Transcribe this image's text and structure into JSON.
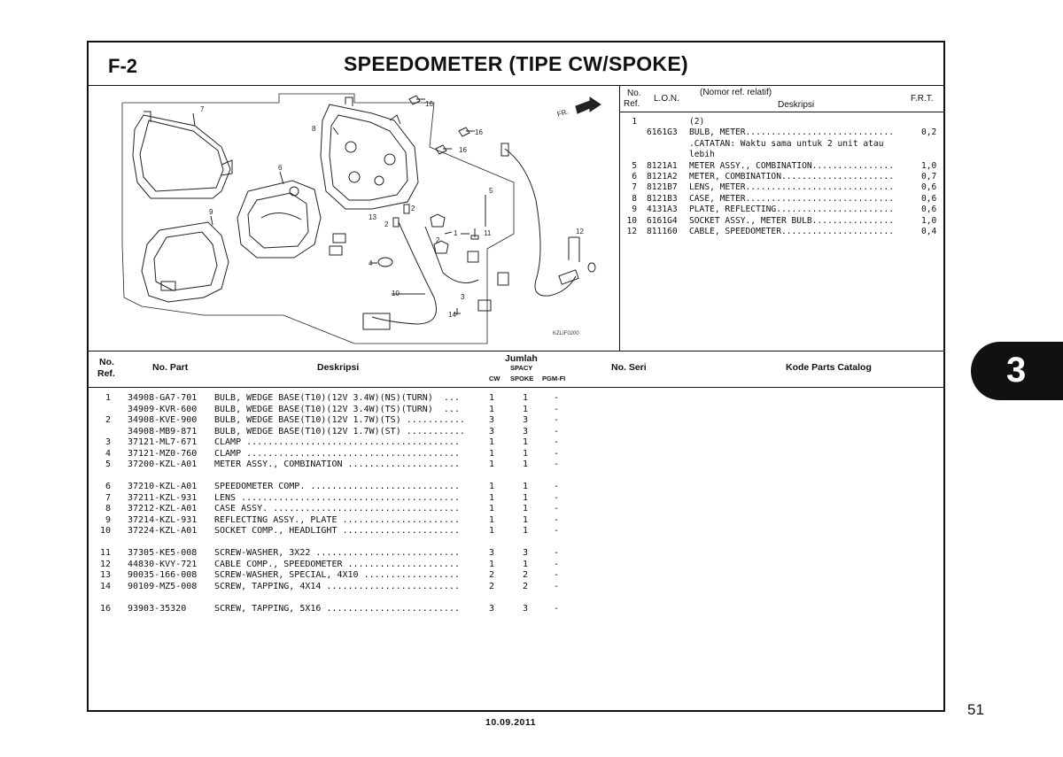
{
  "header": {
    "code": "F-2",
    "title": "SPEEDOMETER (TIPE CW/SPOKE)"
  },
  "diagram": {
    "fr_label": "FR.",
    "drawing_code": "KZLIF0200",
    "callouts": [
      "16",
      "7",
      "8",
      "16",
      "16",
      "6",
      "5",
      "2",
      "13",
      "2",
      "1",
      "2",
      "11",
      "12",
      "9",
      "4",
      "10",
      "3",
      "14"
    ]
  },
  "ref_table": {
    "header": {
      "no_ref_1": "No.",
      "no_ref_2": "Ref.",
      "lon": "L.O.N.",
      "desc_1": "(Nomor ref. relatif)",
      "desc_2": "Deskripsi",
      "frt": "F.R.T."
    },
    "rows": [
      {
        "ref": "1",
        "lon": "",
        "desc": "(2)",
        "frt": ""
      },
      {
        "ref": "",
        "lon": "6161G3",
        "desc": "BULB, METER.............................",
        "frt": "0,2"
      },
      {
        "ref": "",
        "lon": "",
        "desc": ".CATATAN: Waktu sama untuk 2 unit atau",
        "frt": ""
      },
      {
        "ref": "",
        "lon": "",
        "desc": "lebih",
        "frt": ""
      },
      {
        "ref": "5",
        "lon": "8121A1",
        "desc": "METER ASSY., COMBINATION................",
        "frt": "1,0"
      },
      {
        "ref": "6",
        "lon": "8121A2",
        "desc": "METER, COMBINATION......................",
        "frt": "0,7"
      },
      {
        "ref": "7",
        "lon": "8121B7",
        "desc": "LENS, METER.............................",
        "frt": "0,6"
      },
      {
        "ref": "8",
        "lon": "8121B3",
        "desc": "CASE, METER.............................",
        "frt": "0,6"
      },
      {
        "ref": "9",
        "lon": "4131A3",
        "desc": "PLATE, REFLECTING.......................",
        "frt": "0,6"
      },
      {
        "ref": "10",
        "lon": "6161G4",
        "desc": "SOCKET ASSY., METER BULB................",
        "frt": "1,0"
      },
      {
        "ref": "12",
        "lon": "811160",
        "desc": "CABLE, SPEEDOMETER......................",
        "frt": "0,4"
      }
    ]
  },
  "parts_table": {
    "header": {
      "no_ref_1": "No.",
      "no_ref_2": "Ref.",
      "part_no": "No. Part",
      "description": "Deskripsi",
      "qty": "Jumlah",
      "spacy": "SPACY",
      "cw": "CW",
      "spoke": "SPOKE",
      "pgmfi": "PGM-FI",
      "serial": "No. Seri",
      "catalog": "Kode Parts Catalog"
    },
    "groups": [
      [
        {
          "ref": "1",
          "part": "34908-GA7-701",
          "desc": "BULB, WEDGE BASE(T10)(12V 3.4W)(NS)(TURN)  ...",
          "cw": "1",
          "spoke": "1",
          "pgm": "-"
        },
        {
          "ref": "",
          "part": "34909-KVR-600",
          "desc": "BULB, WEDGE BASE(T10)(12V 3.4W)(TS)(TURN)  ...",
          "cw": "1",
          "spoke": "1",
          "pgm": "-"
        },
        {
          "ref": "2",
          "part": "34908-KVE-900",
          "desc": "BULB, WEDGE BASE(T10)(12V 1.7W)(TS) ...........",
          "cw": "3",
          "spoke": "3",
          "pgm": "-"
        },
        {
          "ref": "",
          "part": "34908-MB9-871",
          "desc": "BULB, WEDGE BASE(T10)(12V 1.7W)(ST) ...........",
          "cw": "3",
          "spoke": "3",
          "pgm": "-"
        },
        {
          "ref": "3",
          "part": "37121-ML7-671",
          "desc": "CLAMP ........................................",
          "cw": "1",
          "spoke": "1",
          "pgm": "-"
        },
        {
          "ref": "4",
          "part": "37121-MZ0-760",
          "desc": "CLAMP ........................................",
          "cw": "1",
          "spoke": "1",
          "pgm": "-"
        },
        {
          "ref": "5",
          "part": "37200-KZL-A01",
          "desc": "METER ASSY., COMBINATION .....................",
          "cw": "1",
          "spoke": "1",
          "pgm": "-"
        }
      ],
      [
        {
          "ref": "6",
          "part": "37210-KZL-A01",
          "desc": "SPEEDOMETER COMP. ............................",
          "cw": "1",
          "spoke": "1",
          "pgm": "-"
        },
        {
          "ref": "7",
          "part": "37211-KZL-931",
          "desc": "LENS .........................................",
          "cw": "1",
          "spoke": "1",
          "pgm": "-"
        },
        {
          "ref": "8",
          "part": "37212-KZL-A01",
          "desc": "CASE ASSY. ...................................",
          "cw": "1",
          "spoke": "1",
          "pgm": "-"
        },
        {
          "ref": "9",
          "part": "37214-KZL-931",
          "desc": "REFLECTING ASSY., PLATE ......................",
          "cw": "1",
          "spoke": "1",
          "pgm": "-"
        },
        {
          "ref": "10",
          "part": "37224-KZL-A01",
          "desc": "SOCKET COMP., HEADLIGHT ......................",
          "cw": "1",
          "spoke": "1",
          "pgm": "-"
        }
      ],
      [
        {
          "ref": "11",
          "part": "37305-KE5-008",
          "desc": "SCREW-WASHER, 3X22 ...........................",
          "cw": "3",
          "spoke": "3",
          "pgm": "-"
        },
        {
          "ref": "12",
          "part": "44830-KVY-721",
          "desc": "CABLE COMP., SPEEDOMETER .....................",
          "cw": "1",
          "spoke": "1",
          "pgm": "-"
        },
        {
          "ref": "13",
          "part": "90035-166-008",
          "desc": "SCREW-WASHER, SPECIAL, 4X10 ..................",
          "cw": "2",
          "spoke": "2",
          "pgm": "-"
        },
        {
          "ref": "14",
          "part": "90109-MZ5-008",
          "desc": "SCREW, TAPPING, 4X14 .........................",
          "cw": "2",
          "spoke": "2",
          "pgm": "-"
        }
      ],
      [
        {
          "ref": "16",
          "part": "93903-35320",
          "desc": "SCREW, TAPPING, 5X16 .........................",
          "cw": "3",
          "spoke": "3",
          "pgm": "-"
        }
      ]
    ]
  },
  "chapter_tab": "3",
  "page_number": "51",
  "footer_date": "10.09.2011"
}
